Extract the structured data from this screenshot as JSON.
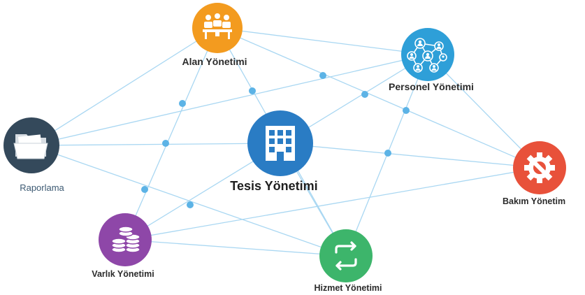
{
  "nodes": [
    {
      "id": "alan",
      "label": "Alan Yönetimi",
      "color": "#F39B1F",
      "icon": "meeting-people-icon"
    },
    {
      "id": "personel",
      "label": "Personel Yönetimi",
      "color": "#2E9FD8",
      "icon": "people-network-icon"
    },
    {
      "id": "raporlama",
      "label": "Raporlama",
      "color": "#34495B",
      "icon": "folder-icon"
    },
    {
      "id": "tesis",
      "label": "Tesis Yönetimi",
      "color": "#2A7CC4",
      "icon": "building-icon"
    },
    {
      "id": "bakim",
      "label": "Bakım Yönetim",
      "color": "#E8513A",
      "icon": "gear-wrench-icon"
    },
    {
      "id": "varlik",
      "label": "Varlık Yönetimi",
      "color": "#8E47A8",
      "icon": "coin-stack-icon"
    },
    {
      "id": "hizmet",
      "label": "Hizmet Yönetimi",
      "color": "#3DB56B",
      "icon": "refresh-cycle-icon"
    }
  ],
  "colors": {
    "line": "#A9D7F2",
    "dot": "#5CB3E6"
  }
}
